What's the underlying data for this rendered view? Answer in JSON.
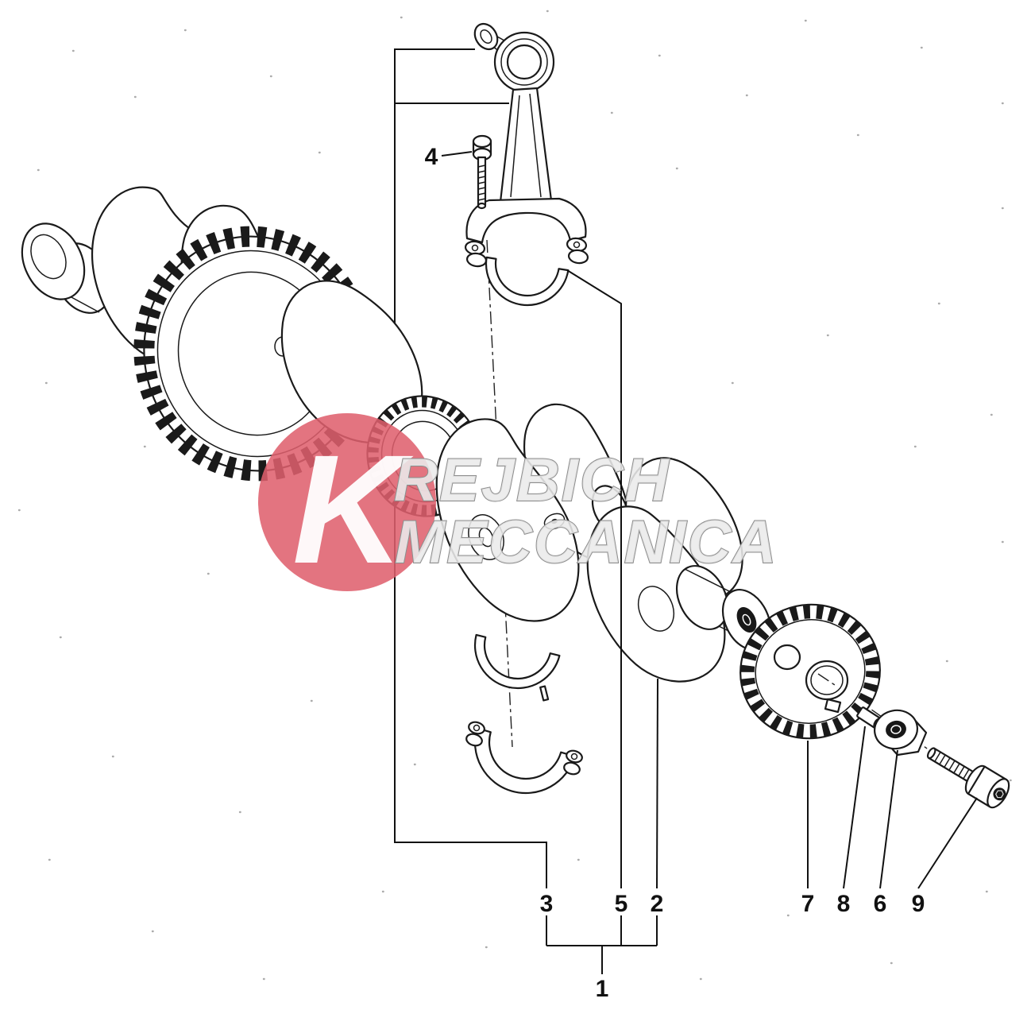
{
  "watermark": {
    "logo_letter": "K",
    "line1": "REJBICH",
    "line2": "MECCANICA",
    "circle_color": "#df5f6d",
    "text_fill": "#ebebeb",
    "text_outline": "#8d8d8d"
  },
  "callouts": {
    "n1": "1",
    "n2": "2",
    "n3": "3",
    "n4": "4",
    "n5": "5",
    "n6": "6",
    "n7": "7",
    "n8": "8",
    "n9": "9"
  },
  "colors": {
    "background": "#ffffff",
    "line": "#1a1a1a"
  }
}
